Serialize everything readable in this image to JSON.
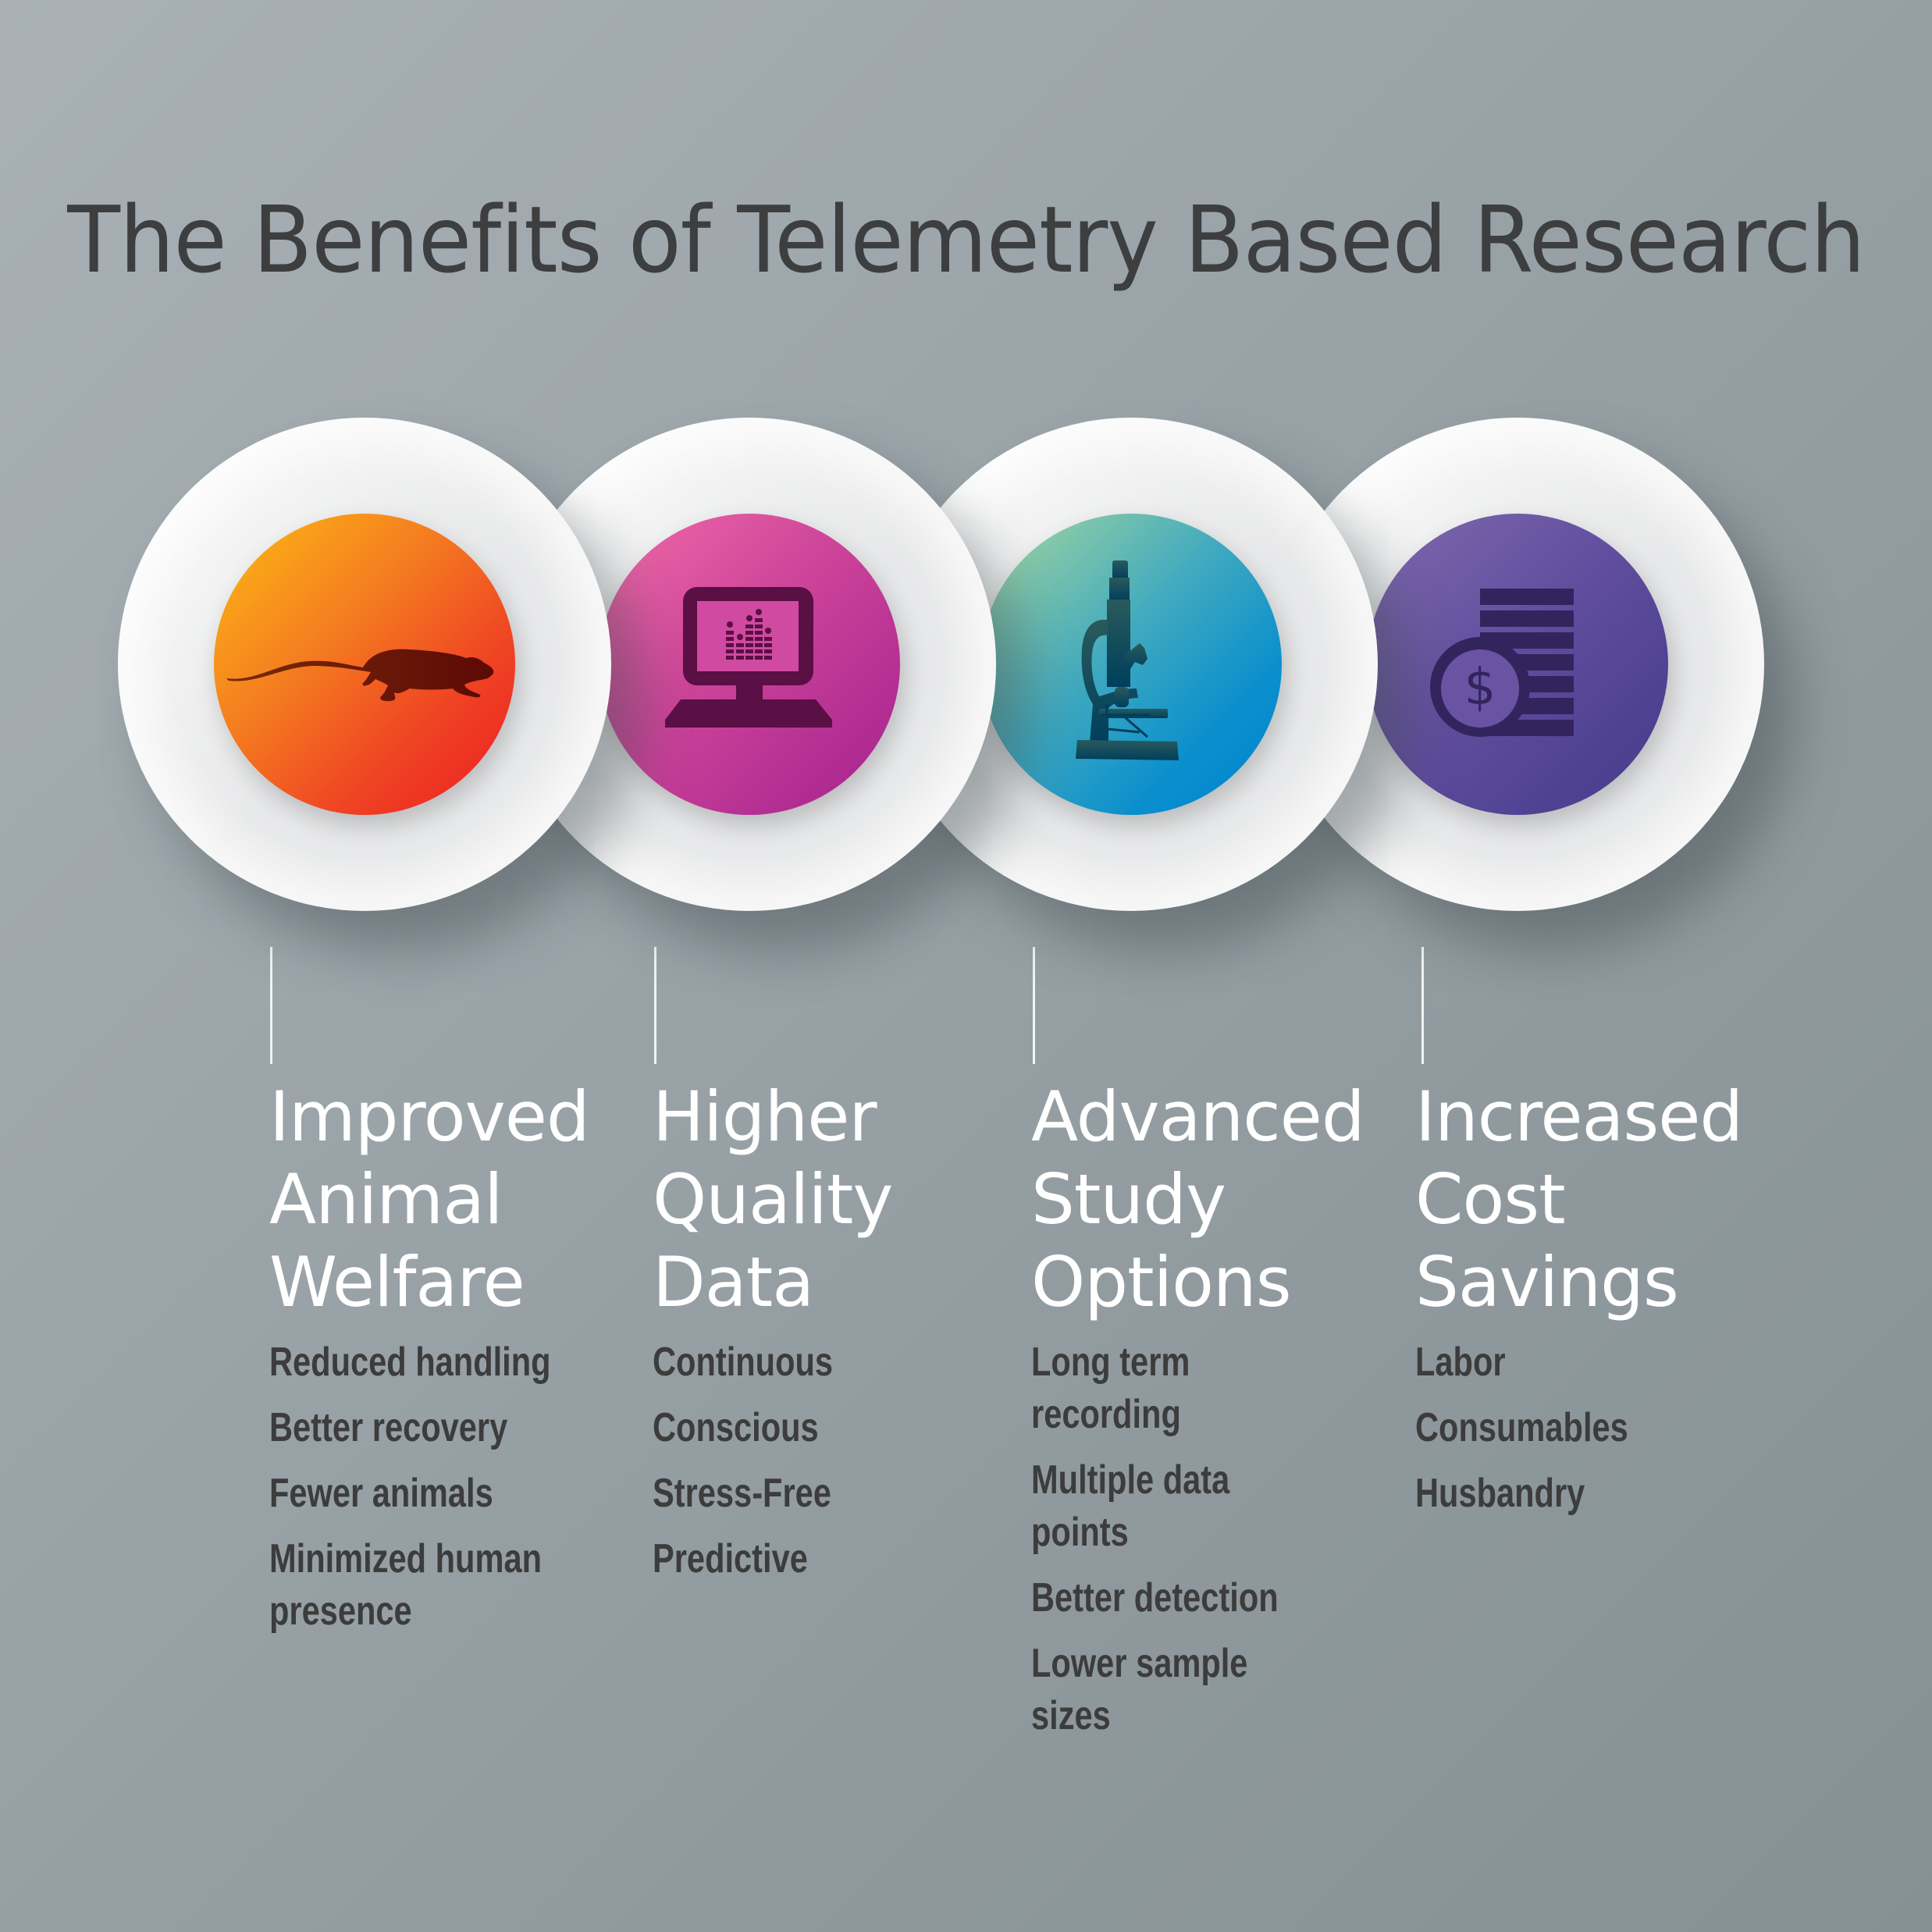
{
  "title": "The Benefits of Telemetry Based Research",
  "colors": {
    "background_top_left": "#a9b1b6",
    "background_bottom_right": "#849195",
    "title_text": "#3d3e40",
    "heading_text": "#ffffff",
    "bullet_text": "#3c3c3d"
  },
  "benefits": [
    {
      "icon": "rat-icon",
      "gradient": [
        "#fdb913",
        "#f26a21",
        "#ed1c24"
      ],
      "heading": "Improved\nAnimal\nWelfare",
      "items": [
        "Reduced handling",
        "Better recovery",
        "Fewer animals",
        "Minimized human\npresence"
      ]
    },
    {
      "icon": "computer-monitor-icon",
      "gradient": [
        "#ee6aa7",
        "#c83d98",
        "#a0208f"
      ],
      "heading": "Higher\nQuality\nData",
      "items": [
        "Continuous",
        "Conscious",
        "Stress-Free",
        "Predictive"
      ]
    },
    {
      "icon": "microscope-icon",
      "gradient": [
        "#a6d7a0",
        "#3aabbe",
        "#0086d1"
      ],
      "heading": "Advanced\nStudy\nOptions",
      "items": [
        "Long term\nrecording",
        "Multiple data\npoints",
        "Better detection",
        "Lower sample\nsizes"
      ]
    },
    {
      "icon": "coins-dollar-icon",
      "gradient": [
        "#7f67ae",
        "#5e4b9c",
        "#433a8a"
      ],
      "heading": "Increased\nCost\nSavings",
      "items": [
        "Labor",
        "Consumables",
        "Husbandry"
      ]
    }
  ]
}
